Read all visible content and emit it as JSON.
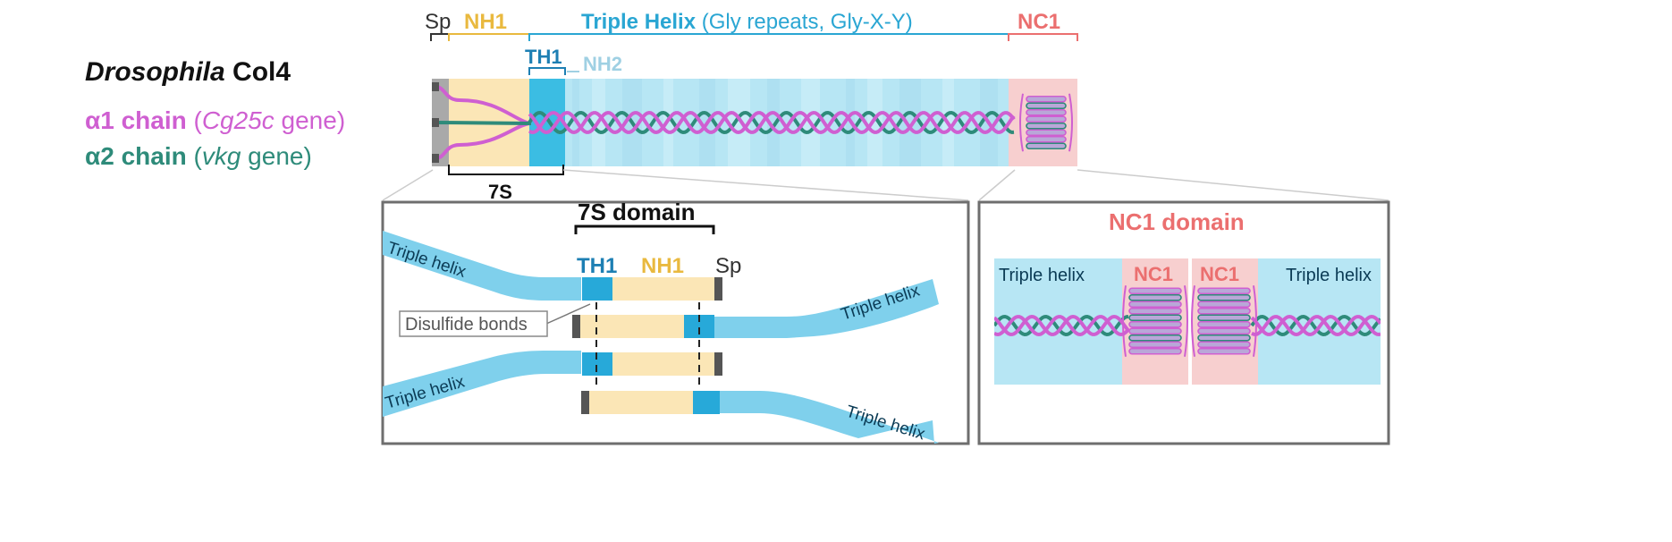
{
  "legend": {
    "title_italic": "Drosophila",
    "title_rest": " Col4",
    "chain1_name": "α1 chain",
    "chain1_open": " (",
    "chain1_gene": "Cg25c",
    "chain1_close": " gene)",
    "chain2_name": "α2 chain",
    "chain2_open": " (",
    "chain2_gene": "vkg",
    "chain2_close": " gene)"
  },
  "overview": {
    "sp": "Sp",
    "nh1": "NH1",
    "triple_helix_bold": "Triple Helix",
    "triple_helix_note": " (Gly repeats, Gly-X-Y)",
    "nc1": "NC1",
    "th1": "TH1",
    "nh2": "NH2",
    "seven_s": "7S"
  },
  "panel_7s": {
    "title": "7S domain",
    "th1": "TH1",
    "nh1": "NH1",
    "sp": "Sp",
    "disulfide": "Disulfide bonds",
    "helix_1": "Triple helix",
    "helix_2": "Triple helix",
    "helix_3": "Triple helix",
    "helix_4": "Triple helix"
  },
  "panel_nc1": {
    "title": "NC1 domain",
    "helix_left": "Triple helix",
    "helix_right": "Triple helix",
    "nc1_left": "NC1",
    "nc1_right": "NC1"
  },
  "colors": {
    "alpha1_magenta": "#cf5fd1",
    "alpha2_teal": "#2e8b7a",
    "nh1_yellow": "#e9b93f",
    "helix_blue": "#2aa6d3",
    "nc1_red": "#eb6f6f",
    "sp_gray": "#555555",
    "nh2_lightblue": "#9fd0e3"
  }
}
